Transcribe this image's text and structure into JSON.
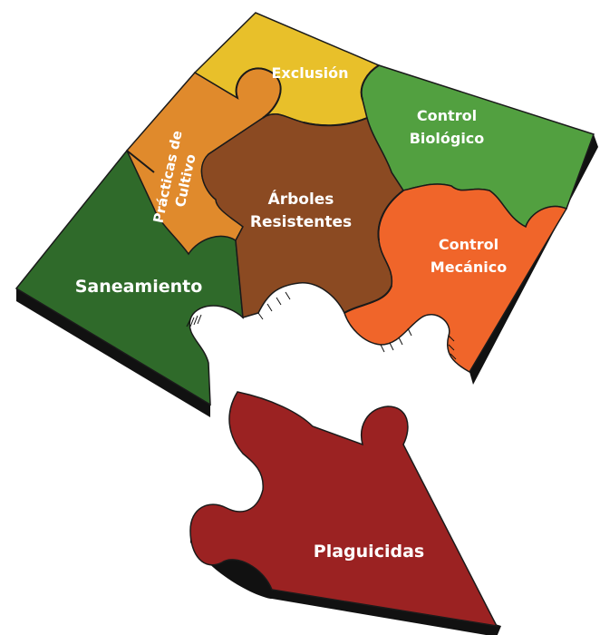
{
  "pieces": {
    "exclusion": {
      "label": "Exclusión",
      "color": "#e8c02a"
    },
    "control_bio": {
      "label_line1": "Control",
      "label_line2": "Biológico",
      "color": "#52a040"
    },
    "practicas": {
      "label_line1": "Prácticas de",
      "label_line2": "Cultivo",
      "color": "#e08a2c"
    },
    "arboles": {
      "label_line1": "Árboles",
      "label_line2": "Resistentes",
      "color": "#8b4a22"
    },
    "control_mec": {
      "label_line1": "Control",
      "label_line2": "Mecánico",
      "color": "#f0652a"
    },
    "saneamiento": {
      "label": "Saneamiento",
      "color": "#2f6a2a"
    },
    "plaguicidas": {
      "label": "Plaguicidas",
      "color": "#9b2222"
    }
  }
}
